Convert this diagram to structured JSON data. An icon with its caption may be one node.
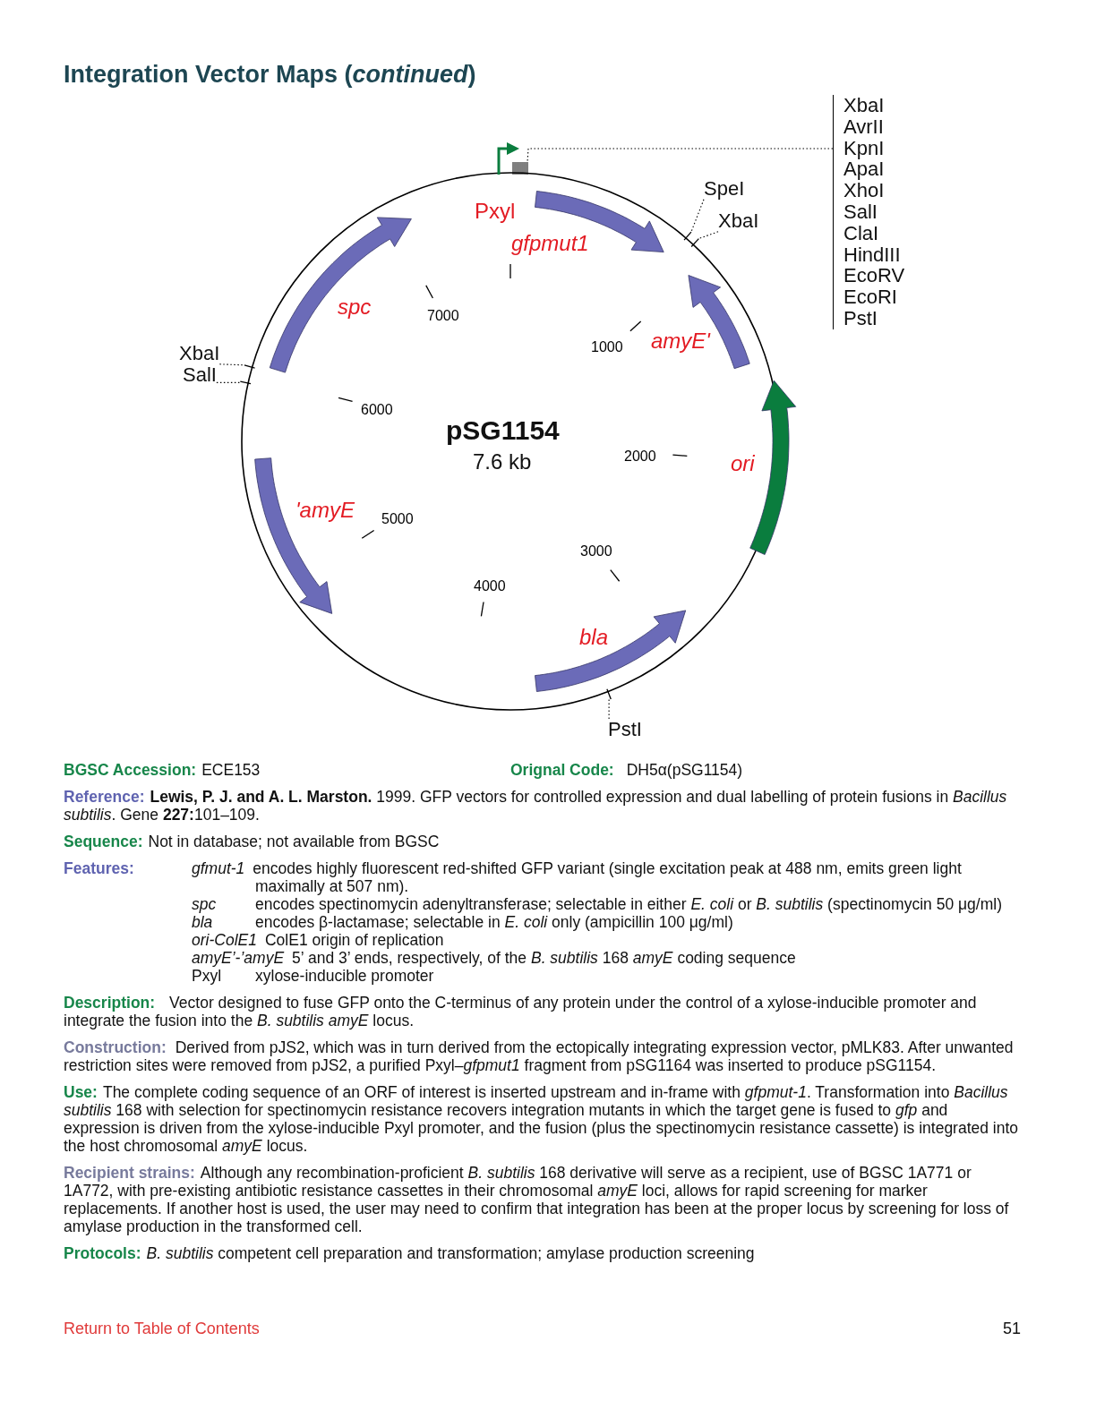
{
  "diagram": {
    "title": "Integration Vector Maps (*continued*)",
    "nodes": [
      {
        "text": [
          "SpeI"
        ]
      },
      {
        "text": [
          "XbaI"
        ]
      },
      {
        "text": [
          "XbaI"
        ]
      },
      {
        "text": [
          "SalI"
        ]
      },
      {
        "text": [
          "PstI"
        ]
      },
      {
        "text": [
          "XbaI",
          "AvrII",
          "KpnI",
          "ApaI",
          "XhoI",
          "SalI",
          "ClaI",
          "HindIII",
          "EcoRV",
          "EcoRI",
          "PstI"
        ]
      },
      {
        "text": [],
        "shape": "bar"
      },
      {
        "text": [],
        "shape": "bar"
      },
      {
        "text": [],
        "shape": "bar"
      },
      {
        "text": [],
        "shape": "bar"
      },
      {
        "text": [],
        "shape": "bar"
      },
      {
        "text": [],
        "shape": "bar"
      }
    ],
    "edges": [
      {
        "from": 0,
        "to": 6,
        "arrow": "none",
        "style": "dashed"
      },
      {
        "from": 1,
        "to": 7,
        "arrow": "none",
        "style": "dashed"
      },
      {
        "from": 2,
        "to": 8,
        "arrow": "none",
        "style": "dashed"
      },
      {
        "from": 3,
        "to": 9,
        "arrow": "none",
        "style": "dashed"
      },
      {
        "from": 4,
        "to": 10,
        "arrow": "none",
        "style": "dashed"
      },
      {
        "from": 5,
        "to": 11,
        "arrow": "none",
        "style": "dashed"
      }
    ],
    "labels": [
      "Pxyl",
      "gfpmut1",
      "spc",
      "7000",
      "1000",
      "amyE'",
      "6000",
      "pSG1154",
      "7.6 kb",
      "2000",
      "ori",
      "'amyE",
      "5000",
      "3000",
      "4000",
      "bla",
      "BGSC Accession:",
      "ECE153",
      "Orignal Code:",
      "DH5α(pSG1154)",
      "Reference:",
      "**Lewis, P. J. and A. L. Marston.** 1999. GFP vectors for controlled expression and dual labelling of protein fusions in *Bacillus subtilis*. Gene **227:**101–109.",
      "Sequence:",
      "Not in database; not available from BGSC",
      "Features:",
      "gfmut-1",
      "encodes highly fluorescent red-shifted GFP variant (single excitation peak at 488 nm, emits green light maximally at 507 nm).",
      "spc",
      "encodes spectinomycin adenyltransferase; selectable in either *E. coli* or *B. subtilis* (spectinomycin 50 μg/ml)",
      "bla",
      "encodes β-lactamase; selectable in *E. coli* only (ampicillin 100 μg/ml)",
      "ori-ColE1",
      "ColE1 origin of replication",
      "amyE’-’amyE",
      "5’ and 3’ ends, respectively, of the *B. subtilis* 168 *amyE* coding sequence",
      "Pxyl",
      "xylose-inducible promoter",
      "Description:",
      "Vector designed to fuse GFP onto the C-terminus of any protein under the control of a xylose-inducible promoter and integrate the fusion into the *B. subtilis amyE* locus.",
      "Construction:",
      "Derived from pJS2, which was in turn derived from the ectopically integrating expression vector, pMLK83. After unwanted restriction sites were removed from pJS2, a purified Pxyl–*gfpmut1* fragment from pSG1164 was inserted to produce pSG1154.",
      "Use:",
      "The complete coding sequence of an ORF of interest is inserted upstream and in-frame with *gfpmut-1*. Transformation into *Bacillus subtilis* 168 with selection for spectinomycin resistance recovers integration mutants in which the target gene is fused to *gfp* and expression is driven from the xylose-inducible Pxyl promoter, and the fusion (plus the spectinomycin resistance cassette) is integrated into the host chromosomal *amyE* locus.",
      "Recipient strains:",
      "Although any recombination-proficient *B. subtilis* 168 derivative will serve as a recipient, use of BGSC 1A771 or 1A772, with pre-existing antibiotic resistance cassettes in their chromosomal *amyE* loci, allows for rapid screening for marker replacements. If another host is used, the user may need to confirm that integration has been at the proper locus by screening for loss of amylase production in the transformed cell.",
      "Protocols:",
      "*B. subtilis* competent cell preparation and transformation; amylase production screening",
      "Return to Table of Contents",
      "51"
    ]
  }
}
